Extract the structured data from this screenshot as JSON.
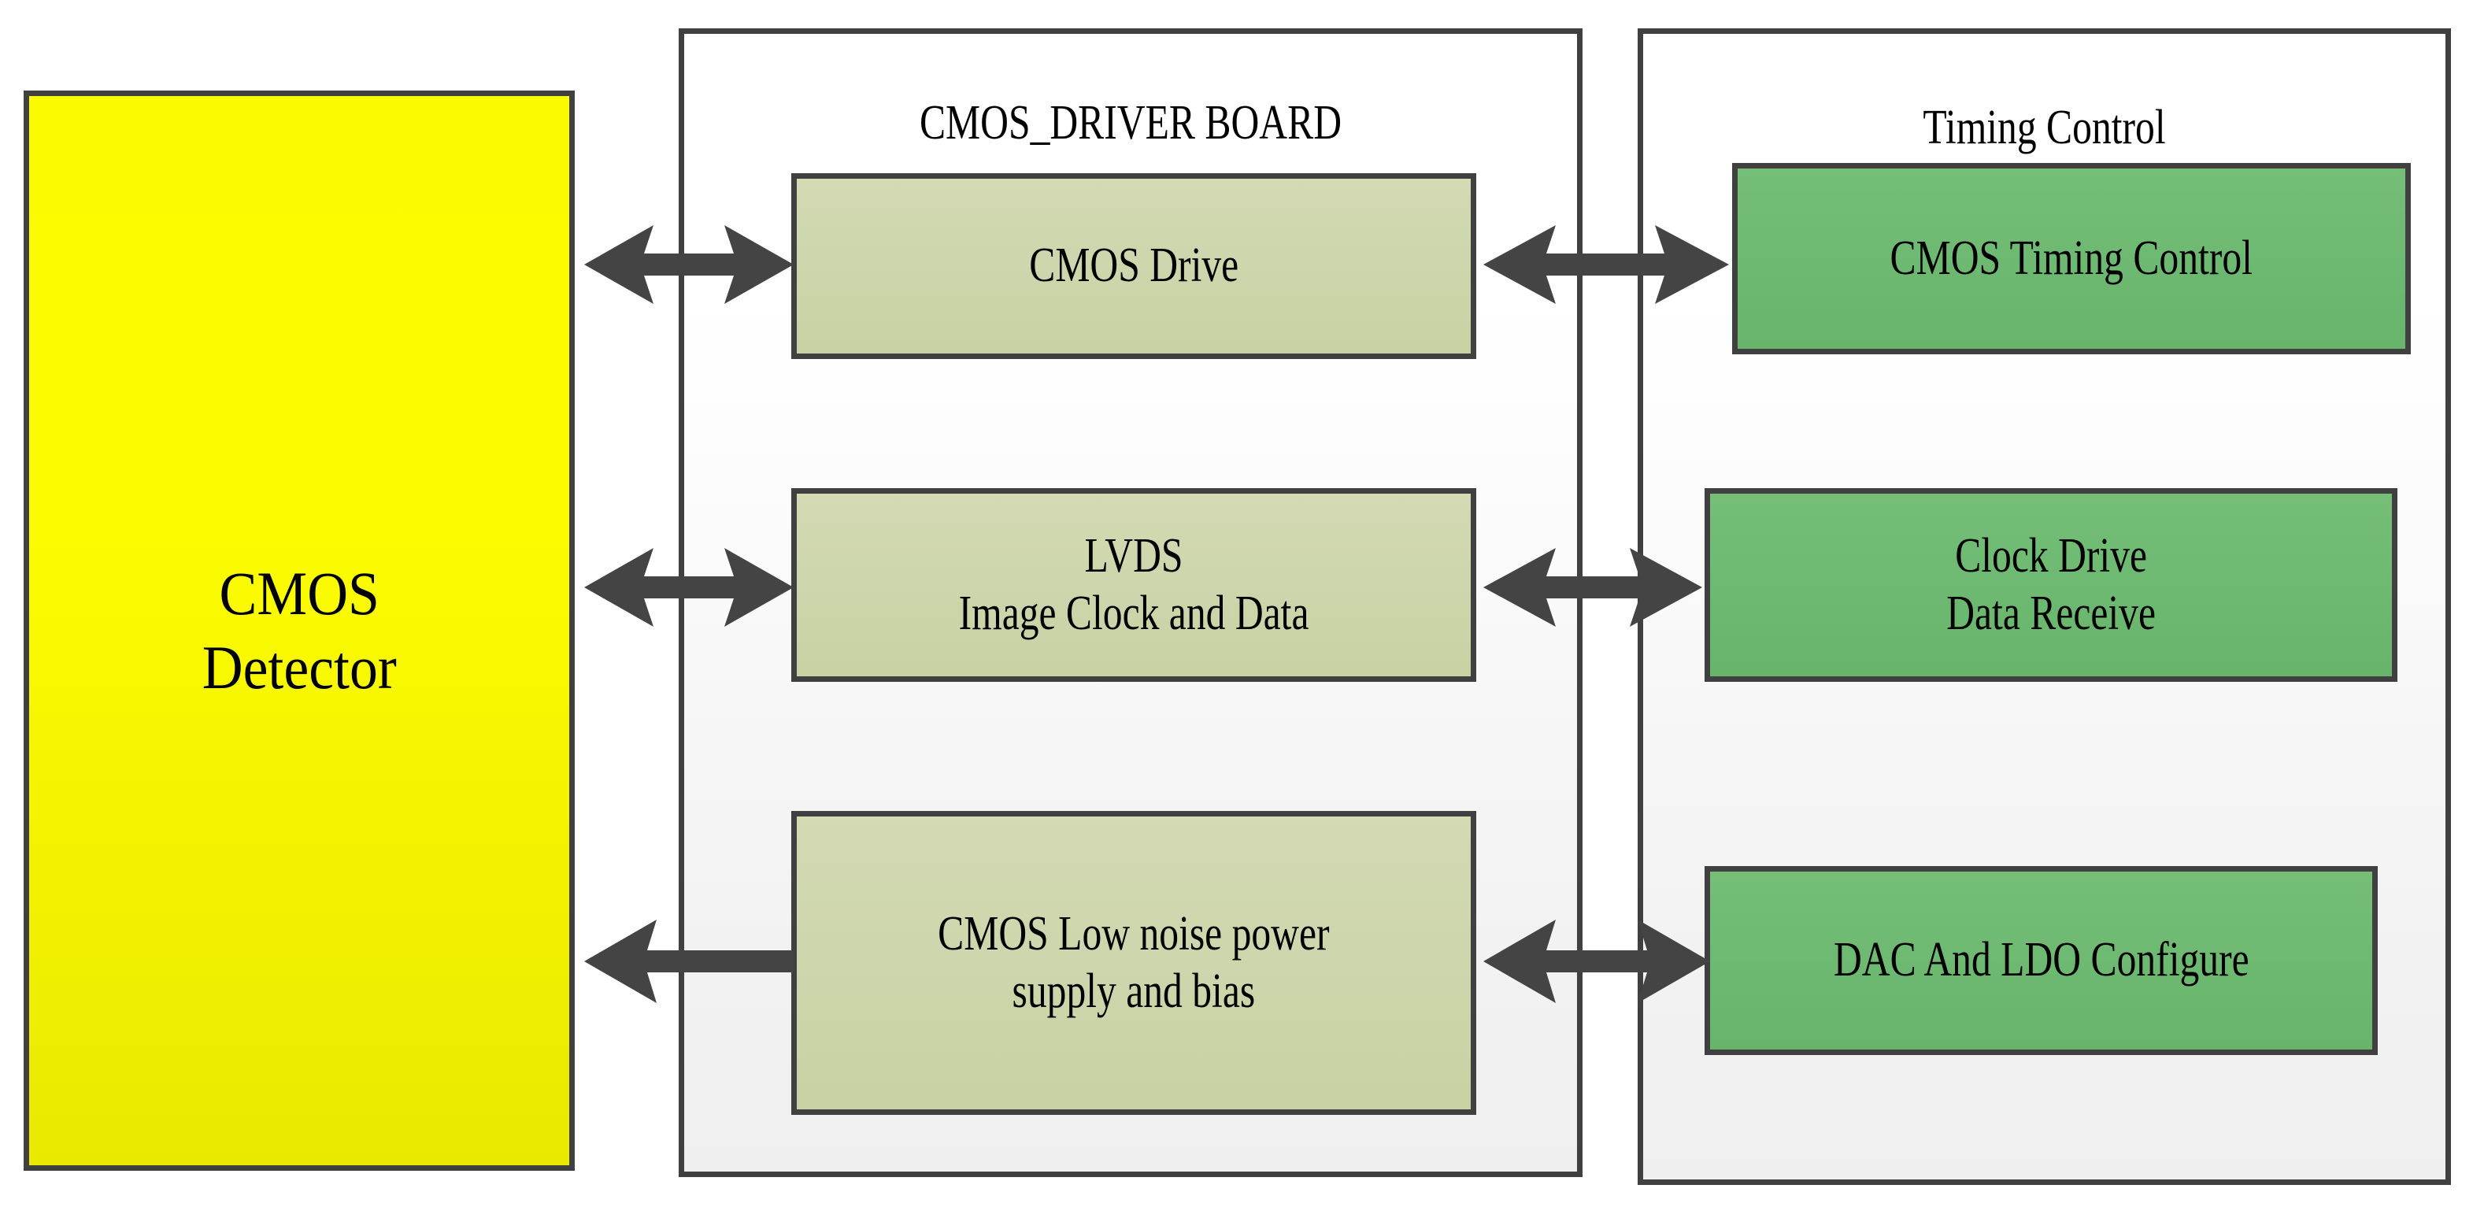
{
  "diagram": {
    "title_hidden": "CMOS camera electronics block diagram",
    "colors": {
      "detector_fill": "#fbfb00",
      "driver_block_fill": "#ced6ad",
      "timing_block_fill": "#6fba72",
      "outline": "#404040",
      "panel_fill": "#f0f0f0",
      "arrow": "#444444",
      "text": "#000000"
    }
  },
  "detector": {
    "label": "CMOS\nDetector"
  },
  "driver_panel": {
    "title": "CMOS_DRIVER BOARD",
    "blocks": [
      {
        "label": "CMOS Drive"
      },
      {
        "label": "LVDS\nImage Clock and Data"
      },
      {
        "label": "CMOS Low noise power\nsupply and bias"
      }
    ]
  },
  "timing_panel": {
    "title": "Timing Control",
    "blocks": [
      {
        "label": "CMOS Timing Control"
      },
      {
        "label": "Clock Drive\nData Receive"
      },
      {
        "label": "DAC And LDO Configure"
      }
    ]
  },
  "connectors": [
    {
      "name": "detector-to-cmos-drive",
      "type": "double-arrow"
    },
    {
      "name": "cmos-drive-to-timing-control",
      "type": "double-arrow"
    },
    {
      "name": "detector-to-lvds",
      "type": "double-arrow"
    },
    {
      "name": "lvds-to-clock-drive",
      "type": "double-arrow"
    },
    {
      "name": "power-supply-to-detector",
      "type": "single-arrow-left"
    },
    {
      "name": "power-supply-to-dac-ldo",
      "type": "double-arrow"
    }
  ]
}
